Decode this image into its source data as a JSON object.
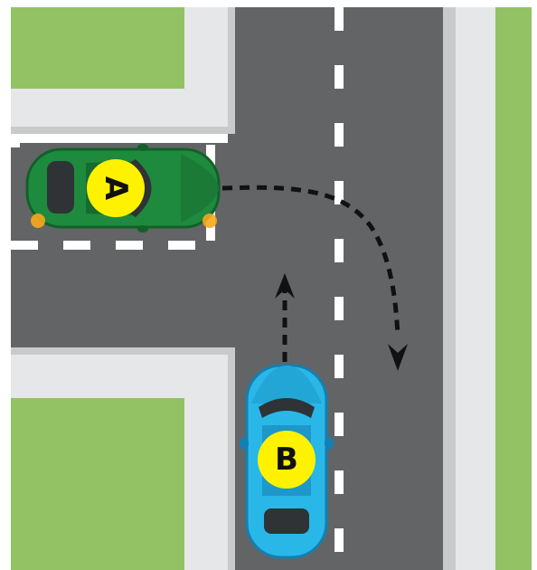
{
  "scene": {
    "description_free": true,
    "colors": {
      "grass": "#93c264",
      "sidewalk": "#e6e7e8",
      "curb": "#c9cacc",
      "road": "#636466",
      "road_dark": "#4d4e50",
      "lane_marking": "#ffffff",
      "label_disc": "#fff200",
      "car_a_body": "#1e8a3e",
      "car_a_dark": "#12602a",
      "car_b_body": "#29b7e8",
      "car_b_dark": "#137fb2",
      "window": "#2f3336",
      "indicator": "#f7a81b",
      "arrow": "#111111"
    }
  },
  "cars": [
    {
      "id": "car-a",
      "label": "A",
      "heading": "east",
      "indicators_on": true
    },
    {
      "id": "car-b",
      "label": "B",
      "heading": "north",
      "indicators_on": false
    }
  ],
  "paths": [
    {
      "car": "A",
      "maneuver": "right-turn",
      "style": "dashed-curve"
    },
    {
      "car": "B",
      "maneuver": "straight",
      "style": "dashed-straight"
    }
  ]
}
